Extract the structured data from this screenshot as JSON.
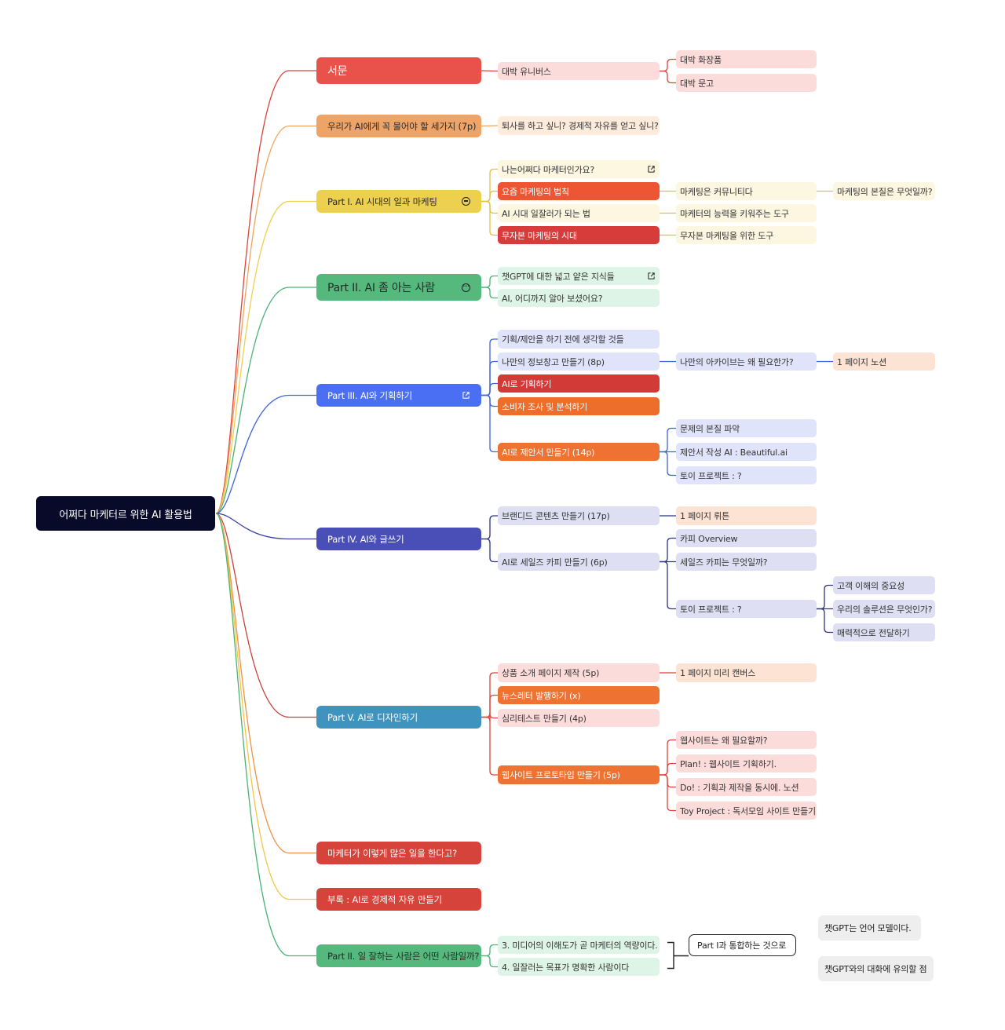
{
  "colors": {
    "red": "#e9524a",
    "orange": "#eea466",
    "yellow": "#eed04f",
    "green": "#55b97e",
    "blue": "#4a6ff3",
    "indigo": "#4a4fb8",
    "teal": "#3f93bf",
    "deepred": "#d6433b"
  },
  "root": {
    "label": "어쩌다 마케터르 위한 AI 활용법"
  },
  "branches": [
    {
      "label": "서문"
    },
    {
      "label": "우리가 AI에게 꼭 물어야 할 세가지 (7p)"
    },
    {
      "label": "Part I. AI 시대의 일과 마케팅",
      "icon": "collapse-icon"
    },
    {
      "label": "Part II. AI 좀 아는 사람",
      "icon": "more-icon"
    },
    {
      "label": "Part III. AI와 기획하기",
      "icon": "external-link-icon"
    },
    {
      "label": "Part IV. AI와 글쓰기"
    },
    {
      "label": "Part V. AI로 디자인하기"
    },
    {
      "label": "마케터가 이렇게 많은 일을 한다고?"
    },
    {
      "label": "부록 : AI로 경제적 자유 만들기"
    },
    {
      "label": "Part II. 일 잘하는 사람은 어떤 사람일까?"
    }
  ],
  "topics": [
    "대박 유니버스",
    "대박 화장품",
    "대박 문고",
    "퇴사를 하고 싶니? 경제적 자유를 얻고 싶니?",
    "나는어쩌다 마케터인가요?",
    "요즘 마케팅의 법칙",
    "AI 시대 일잘러가 되는 법",
    "무자본 마케팅의 시대",
    "마케팅은 커뮤니티다",
    "마케팅의 본질은 무엇일까?",
    "마케터의 능력을 키워주는 도구",
    "무자본 마케팅을 위한 도구",
    "챗GPT에 대한 넓고 얕은 지식들",
    "AI, 어디까지 알아 보셨어요?",
    "기획/제안을 하기 전에 생각할 것들",
    "나만의 정보창고 만들기 (8p)",
    "AI로 기획하기",
    "소비자 조사 및 분석하기",
    "AI로 제안서 만들기 (14p)",
    "나만의 아카이브는 왜 필요한가?",
    "1 페이지 노션",
    "문제의 본질 파악",
    "제안서 작성 AI : Beautiful.ai",
    "토이 프로젝트 : ?",
    "브랜디드 콘텐츠 만들기 (17p)",
    "AI로 세일즈 카피 만들기 (6p)",
    "1 페이지 뤼튼",
    "카피 Overview",
    "세일즈 카피는 무엇일까?",
    "토이 프로젝트 : ?",
    "고객 이해의 중요성",
    "우리의 솔루션은 무엇인가?",
    "매력적으로 전달하기",
    "상품 소개 페이지 제작 (5p)",
    "뉴스레터 발행하기 (x)",
    "심리테스트 만들기 (4p)",
    "웹사이트 프로토타입 만들기 (5p)",
    "1 페이지 미리 캔버스",
    "웹사이트는 왜 필요할까?",
    "Plan! : 웹사이트 기획하기.",
    "Do! : 기획과 제작을 동시에. 노션",
    "Toy Project : 독서모임 사이트 만들기",
    "3. 미디어의 이해도가 곧 마케터의 역량이다.",
    "4. 일잘러는 목표가 명확한 사람이다",
    "Part I과 통합하는 것으로",
    "챗GPT는 언어 모델이다.",
    "챗GPT와의 대화에 유의할 점"
  ]
}
